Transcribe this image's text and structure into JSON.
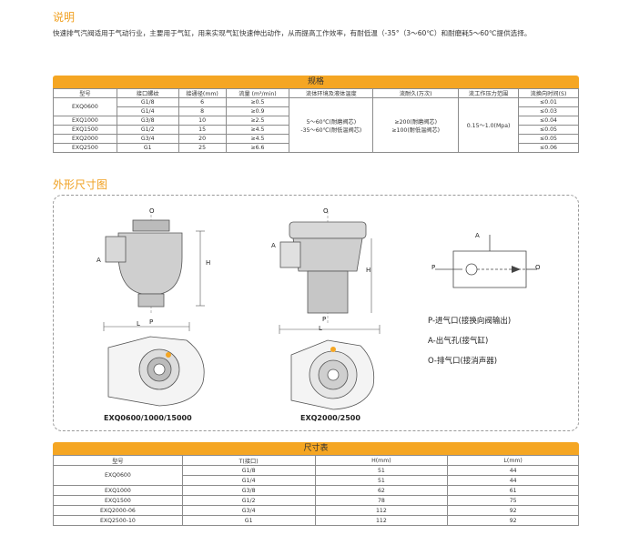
{
  "intro": {
    "title": "说明",
    "text": "快速排气汽阀适用于气动行业，主要用于气缸，用来实现气缸快速伸出动作，从而提高工作效率，有耐低温（-35°（3～60℃）和耐磨耗5～60℃提供选择。"
  },
  "spec": {
    "title": "规格",
    "headers": [
      "型号",
      "接口螺纹",
      "接通径(mm)",
      "流量 (m³/min)",
      "流体环境及液体温度",
      "流耐久(万次)",
      "流工作压力范围",
      "流换向时间(S)"
    ],
    "rows": [
      {
        "model": "EXQ0600",
        "thread": "G1/8",
        "dia": "6",
        "flow": "≥0.5",
        "time": "≤0.01"
      },
      {
        "model": "",
        "thread": "G1/4",
        "dia": "8",
        "flow": "≥0.9",
        "time": "≤0.03"
      },
      {
        "model": "EXQ1000",
        "thread": "G3/8",
        "dia": "10",
        "flow": "≥2.5",
        "time": "≤0.04"
      },
      {
        "model": "EXQ1500",
        "thread": "G1/2",
        "dia": "15",
        "flow": "≥4.5",
        "time": "≤0.05"
      },
      {
        "model": "EXQ2000",
        "thread": "G3/4",
        "dia": "20",
        "flow": "≥4.5",
        "time": "≤0.05"
      },
      {
        "model": "EXQ2500",
        "thread": "G1",
        "dia": "25",
        "flow": "≥6.6",
        "time": "≤0.06"
      }
    ],
    "temp_line1": "5～60℃(耐磨阀芯)",
    "temp_line2": "-35～60℃(耐低温阀芯)",
    "life_line1": "≥200(耐磨阀芯)",
    "life_line2": "≥100(耐低温阀芯)",
    "pressure": "0.15～1.0(Mpa)"
  },
  "outline": {
    "title": "外形尺寸图",
    "labels": {
      "O": "O",
      "A": "A",
      "H": "H",
      "L": "L",
      "P": "P"
    },
    "caption_left": "EXQ0600/1000/15000",
    "caption_right": "EXQ2000/2500",
    "legend": [
      "P-进气口(接换向阀输出)",
      "A-出气孔(接气缸)",
      "O-排气口(接消声器)"
    ]
  },
  "size": {
    "title": "尺寸表",
    "headers": [
      "型号",
      "T(接口)",
      "H(mm)",
      "L(mm)"
    ],
    "rows": [
      {
        "model": "EXQ0600",
        "t": "G1/8",
        "h": "51",
        "l": "44"
      },
      {
        "model": "",
        "t": "G1/4",
        "h": "51",
        "l": "44"
      },
      {
        "model": "EXQ1000",
        "t": "G3/8",
        "h": "62",
        "l": "61"
      },
      {
        "model": "EXQ1500",
        "t": "G1/2",
        "h": "78",
        "l": "75"
      },
      {
        "model": "EXQ2000-06",
        "t": "G3/4",
        "h": "112",
        "l": "92"
      },
      {
        "model": "EXQ2500-10",
        "t": "G1",
        "h": "112",
        "l": "92"
      }
    ]
  },
  "colors": {
    "accent": "#f5a623",
    "title": "#f0a020"
  }
}
